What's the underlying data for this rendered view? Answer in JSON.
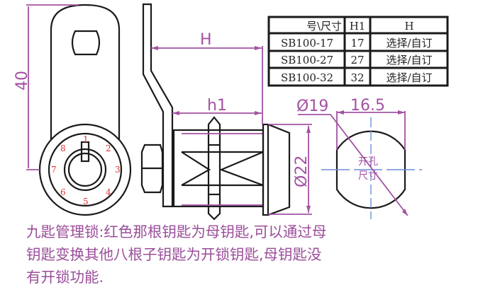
{
  "dimensions": {
    "height_40": "40",
    "H": "H",
    "h1": "h1",
    "dia22": "Ø22",
    "dia19": "Ø19",
    "width_16_5": "16.5",
    "hole_label_1": "开孔",
    "hole_label_2": "尺寸"
  },
  "key_positions": [
    "1",
    "2",
    "3",
    "4",
    "5",
    "6",
    "7",
    "8"
  ],
  "table": {
    "headers": [
      "号\\尺寸",
      "H1",
      "H"
    ],
    "rows": [
      [
        "SB100-17",
        "17",
        "选择/自订"
      ],
      [
        "SB100-27",
        "27",
        "选择/自订"
      ],
      [
        "SB100-32",
        "32",
        "选择/自订"
      ]
    ]
  },
  "caption": {
    "line1": "九匙管理锁:红色那根钥匙为母钥匙,可以通过母",
    "line2": "钥匙变换其他八根子钥匙为开锁钥匙,母钥匙没",
    "line3": "有开锁功能."
  },
  "colors": {
    "dimension": "#a352a3",
    "key_numbers": "#e03030",
    "centerline": "#6b8fd6"
  }
}
